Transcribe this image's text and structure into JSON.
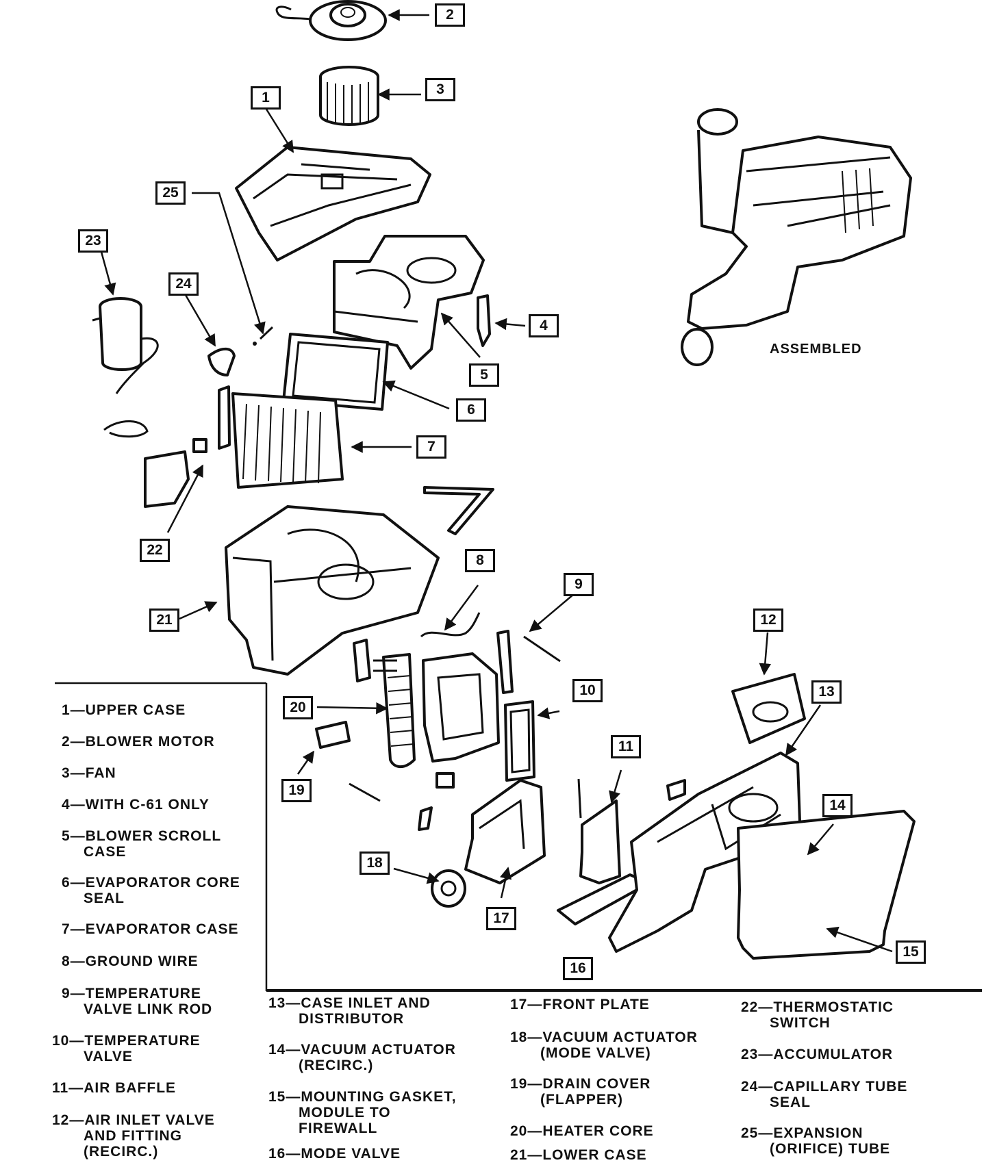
{
  "assembled_label": "ASSEMBLED",
  "callouts": [
    "1",
    "2",
    "3",
    "4",
    "5",
    "6",
    "7",
    "8",
    "9",
    "10",
    "11",
    "12",
    "13",
    "14",
    "15",
    "16",
    "17",
    "18",
    "19",
    "20",
    "21",
    "22",
    "23",
    "24",
    "25"
  ],
  "legend": [
    {
      "num": "1",
      "line1": "UPPER CASE",
      "line2": ""
    },
    {
      "num": "2",
      "line1": "BLOWER MOTOR",
      "line2": ""
    },
    {
      "num": "3",
      "line1": "FAN",
      "line2": ""
    },
    {
      "num": "4",
      "line1": "WITH C-61 ONLY",
      "line2": ""
    },
    {
      "num": "5",
      "line1": "BLOWER SCROLL",
      "line2": "CASE"
    },
    {
      "num": "6",
      "line1": "EVAPORATOR CORE",
      "line2": "SEAL"
    },
    {
      "num": "7",
      "line1": "EVAPORATOR CASE",
      "line2": ""
    },
    {
      "num": "8",
      "line1": "GROUND WIRE",
      "line2": ""
    },
    {
      "num": "9",
      "line1": "TEMPERATURE",
      "line2": "VALVE LINK ROD"
    },
    {
      "num": "10",
      "line1": "TEMPERATURE",
      "line2": "VALVE"
    },
    {
      "num": "11",
      "line1": "AIR BAFFLE",
      "line2": ""
    },
    {
      "num": "12",
      "line1": "AIR INLET VALVE",
      "line2": "AND FITTING",
      "line3": "(RECIRC.)"
    },
    {
      "num": "13",
      "line1": "CASE INLET AND",
      "line2": "DISTRIBUTOR"
    },
    {
      "num": "14",
      "line1": "VACUUM ACTUATOR",
      "line2": "(RECIRC.)"
    },
    {
      "num": "15",
      "line1": "MOUNTING GASKET,",
      "line2": "MODULE TO",
      "line3": "FIREWALL"
    },
    {
      "num": "16",
      "line1": "MODE VALVE",
      "line2": ""
    },
    {
      "num": "17",
      "line1": "FRONT PLATE",
      "line2": ""
    },
    {
      "num": "18",
      "line1": "VACUUM ACTUATOR",
      "line2": "(MODE VALVE)"
    },
    {
      "num": "19",
      "line1": "DRAIN COVER",
      "line2": "(FLAPPER)"
    },
    {
      "num": "20",
      "line1": "HEATER CORE",
      "line2": ""
    },
    {
      "num": "21",
      "line1": "LOWER CASE",
      "line2": ""
    },
    {
      "num": "22",
      "line1": "THERMOSTATIC",
      "line2": "SWITCH"
    },
    {
      "num": "23",
      "line1": "ACCUMULATOR",
      "line2": ""
    },
    {
      "num": "24",
      "line1": "CAPILLARY TUBE",
      "line2": "SEAL"
    },
    {
      "num": "25",
      "line1": "EXPANSION",
      "line2": "(ORIFICE) TUBE"
    }
  ]
}
